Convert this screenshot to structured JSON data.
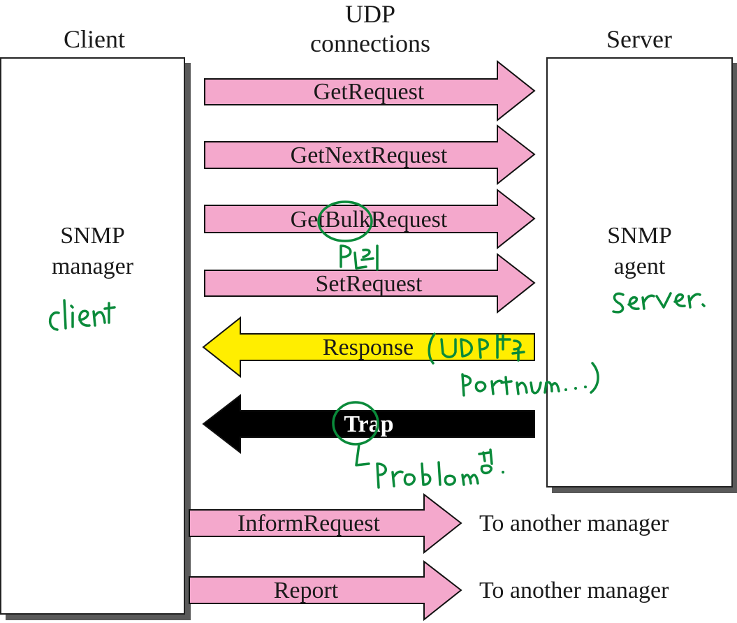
{
  "header": {
    "client": "Client",
    "udp_line1": "UDP",
    "udp_line2": "connections",
    "server": "Server"
  },
  "client_box": {
    "line1": "SNMP",
    "line2": "manager"
  },
  "server_box": {
    "line1": "SNMP",
    "line2": "agent"
  },
  "messages": [
    {
      "label": "GetRequest",
      "direction": "to-server",
      "color": "#f4a8cc"
    },
    {
      "label": "GetNextRequest",
      "direction": "to-server",
      "color": "#f4a8cc"
    },
    {
      "label": "GetBulkRequest",
      "direction": "to-server",
      "color": "#f4a8cc"
    },
    {
      "label": "SetRequest",
      "direction": "to-server",
      "color": "#f4a8cc"
    },
    {
      "label": "Response",
      "direction": "to-client",
      "color": "#ffee00"
    },
    {
      "label": "Trap",
      "direction": "to-client",
      "color": "#000000"
    }
  ],
  "outgoing": [
    {
      "label": "InformRequest",
      "target": "To another manager",
      "color": "#f4a8cc"
    },
    {
      "label": "Report",
      "target": "To another manager",
      "color": "#f4a8cc"
    }
  ],
  "handwritten_notes": {
    "client": "client",
    "server": "server.",
    "bulk": "Bulk 여러개",
    "response": "(UDP 포트 port num ...)",
    "trap": "problem 발생."
  },
  "colors": {
    "request": "#f4a8cc",
    "response": "#ffee00",
    "trap": "#000000",
    "annotation": "#0a8a3a"
  }
}
